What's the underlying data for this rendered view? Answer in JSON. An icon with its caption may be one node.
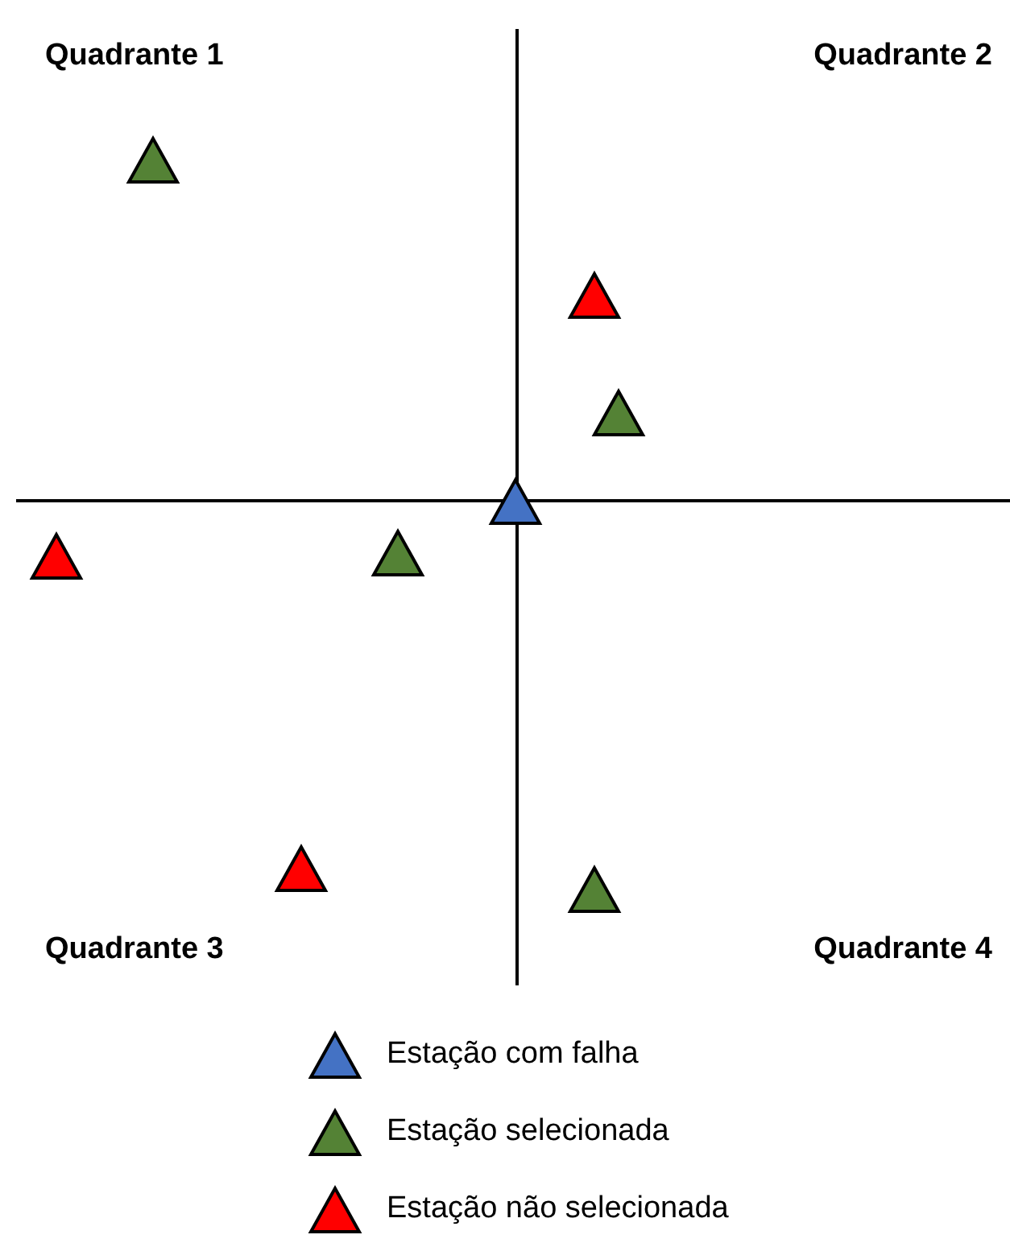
{
  "diagram": {
    "labels": [
      "Quadrante 1",
      "Quadrante 2",
      "Quadrante 3",
      "Quadrante 4"
    ],
    "legend": [
      {
        "text": "Estação com falha",
        "color": "#4472c4"
      },
      {
        "text": "Estação selecionada",
        "color": "#548235"
      },
      {
        "text": "Estação não selecionada",
        "color": "#ff0000"
      }
    ]
  }
}
